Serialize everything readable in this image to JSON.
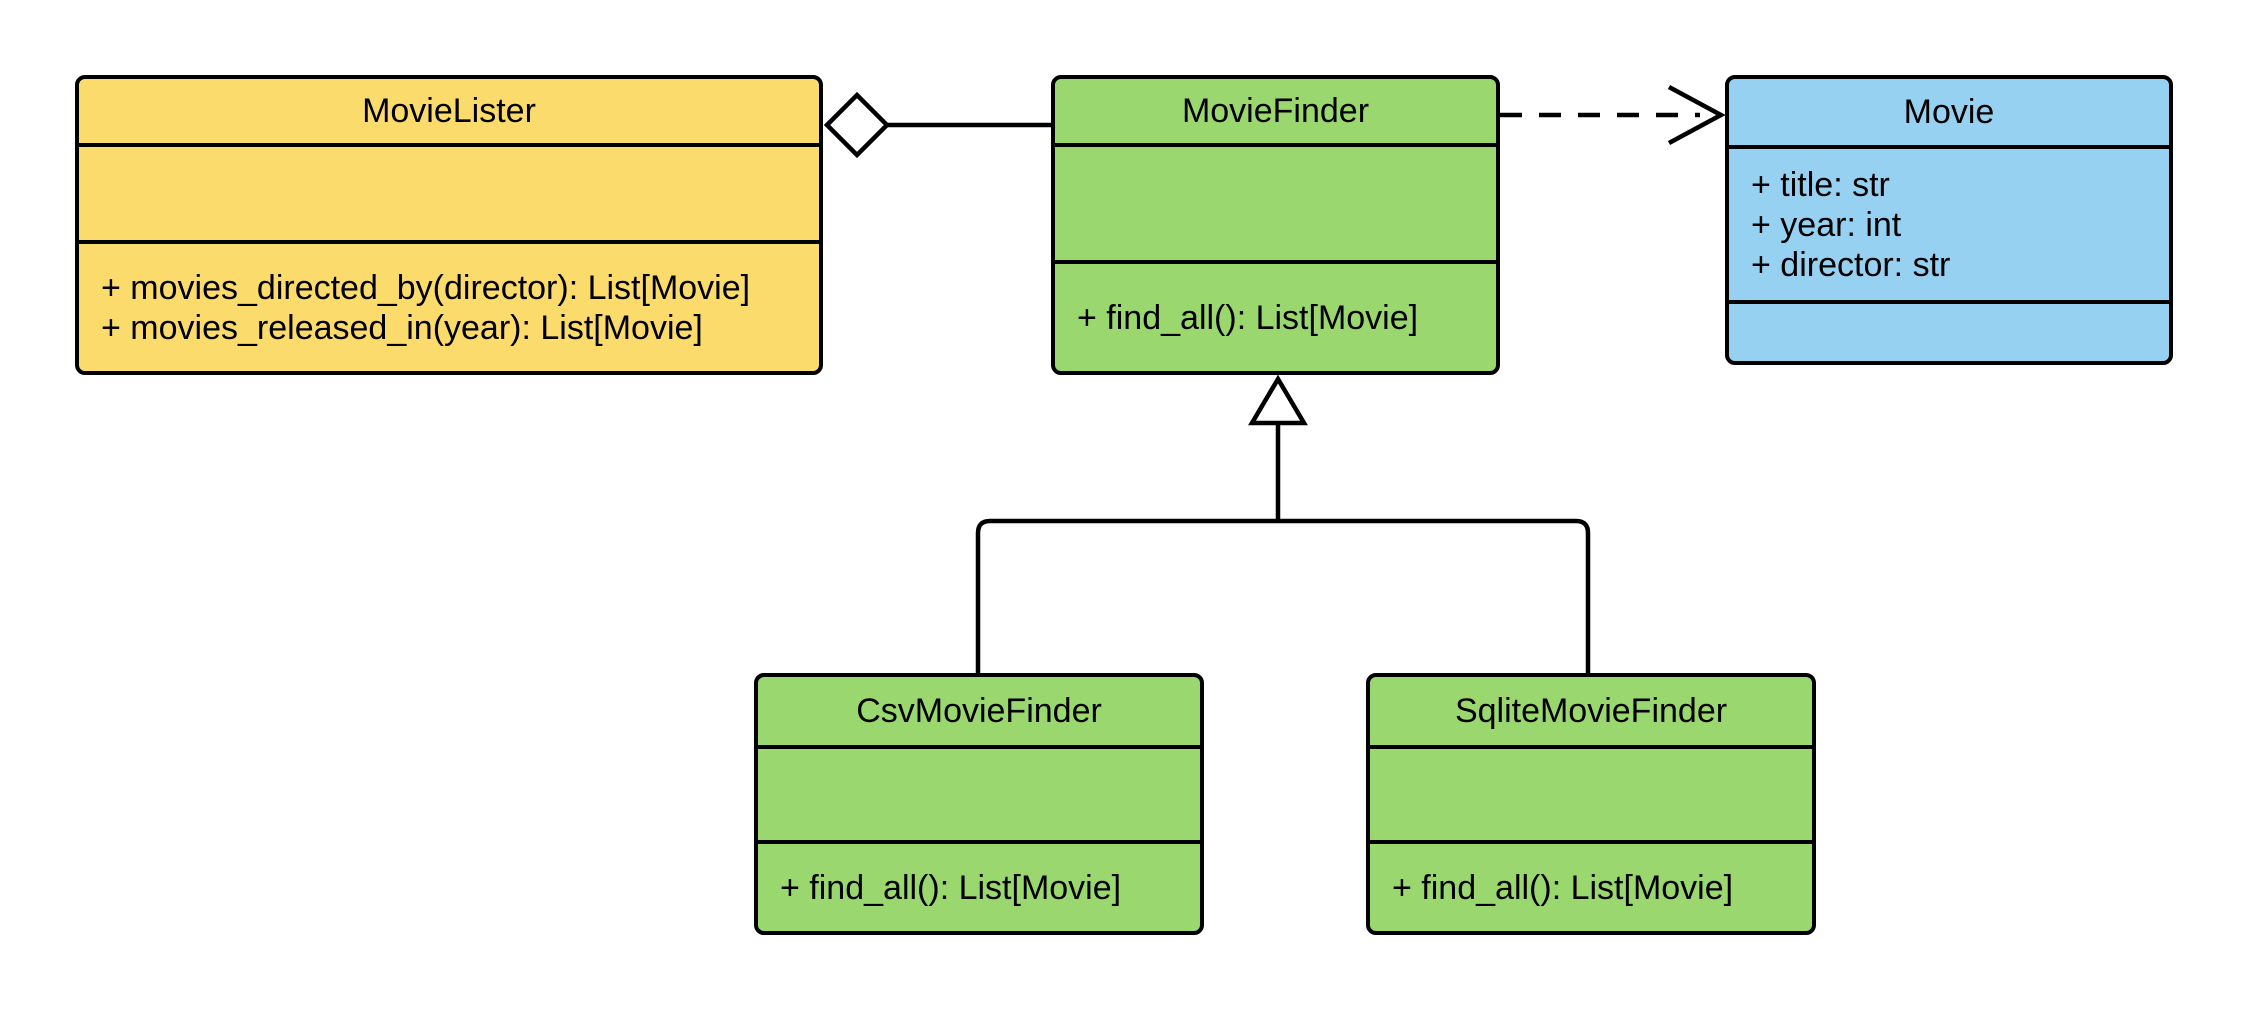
{
  "diagram_type": "uml-class-diagram",
  "classes": {
    "movie_lister": {
      "name": "MovieLister",
      "attributes": [],
      "methods": [
        "+ movies_directed_by(director): List[Movie]",
        "+ movies_released_in(year): List[Movie]"
      ],
      "fill": "#FCDB6D"
    },
    "movie_finder": {
      "name": "MovieFinder",
      "attributes": [],
      "methods": [
        "+ find_all(): List[Movie]"
      ],
      "fill": "#9AD76F"
    },
    "movie": {
      "name": "Movie",
      "attributes": [
        "+ title: str",
        "+ year: int",
        "+ director: str"
      ],
      "methods": [],
      "fill": "#97D1F2"
    },
    "csv_movie_finder": {
      "name": "CsvMovieFinder",
      "attributes": [],
      "methods": [
        "+ find_all(): List[Movie]"
      ],
      "fill": "#9AD76F"
    },
    "sqlite_movie_finder": {
      "name": "SqliteMovieFinder",
      "attributes": [],
      "methods": [
        "+ find_all(): List[Movie]"
      ],
      "fill": "#9AD76F"
    }
  },
  "relationships": [
    {
      "type": "aggregation",
      "from": "MovieLister",
      "to": "MovieFinder",
      "marker": "hollow-diamond-icon",
      "line": "solid"
    },
    {
      "type": "dependency",
      "from": "MovieFinder",
      "to": "Movie",
      "marker": "open-arrowhead-icon",
      "line": "dashed"
    },
    {
      "type": "inheritance",
      "from": "CsvMovieFinder",
      "to": "MovieFinder",
      "marker": "hollow-triangle-icon",
      "line": "solid"
    },
    {
      "type": "inheritance",
      "from": "SqliteMovieFinder",
      "to": "MovieFinder",
      "marker": "hollow-triangle-icon",
      "line": "solid"
    }
  ],
  "colors": {
    "class_yellow": "#FCDB6D",
    "class_green": "#9AD76F",
    "class_blue": "#97D1F2",
    "stroke": "#000000",
    "background": "#FFFFFF"
  }
}
